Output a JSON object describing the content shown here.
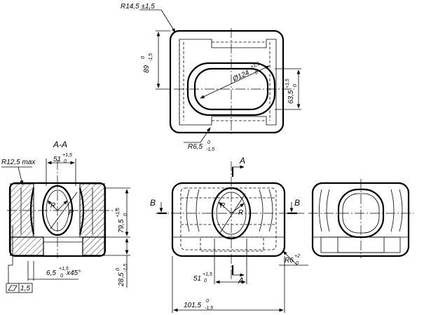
{
  "dims": {
    "r_top": "R14,5 ±1,5",
    "h89": "89",
    "h89_up": "0",
    "h89_lo": "-1,5",
    "dia": "Ø124",
    "dia_up": "+1,5",
    "dia_lo": "0",
    "h635": "63,5",
    "h635_up": "+1,5",
    "h635_lo": "0",
    "r65": "R6,5",
    "r65_up": "0",
    "r65_lo": "-1,5",
    "r125": "R12,5 max",
    "w51": "51",
    "w51_up": "+1,5",
    "w51_lo": "0",
    "h795": "79,5",
    "h795_up": "+1,5",
    "h795_lo": "0",
    "h285": "28,5",
    "h285_up": "0",
    "h285_lo": "-1,5",
    "c65": "6,5",
    "c65_up": "+1,5",
    "c65_lo": "0",
    "c65_tail": "x45°",
    "flat": "1,5",
    "r6": "R6",
    "r6_up": "+2",
    "r6_lo": "0",
    "w1015": "101,5",
    "w1015_up": "0",
    "w1015_lo": "-1,5",
    "r_small": "R"
  },
  "sections": {
    "aa": "A-A",
    "a": "A",
    "b": "B"
  }
}
